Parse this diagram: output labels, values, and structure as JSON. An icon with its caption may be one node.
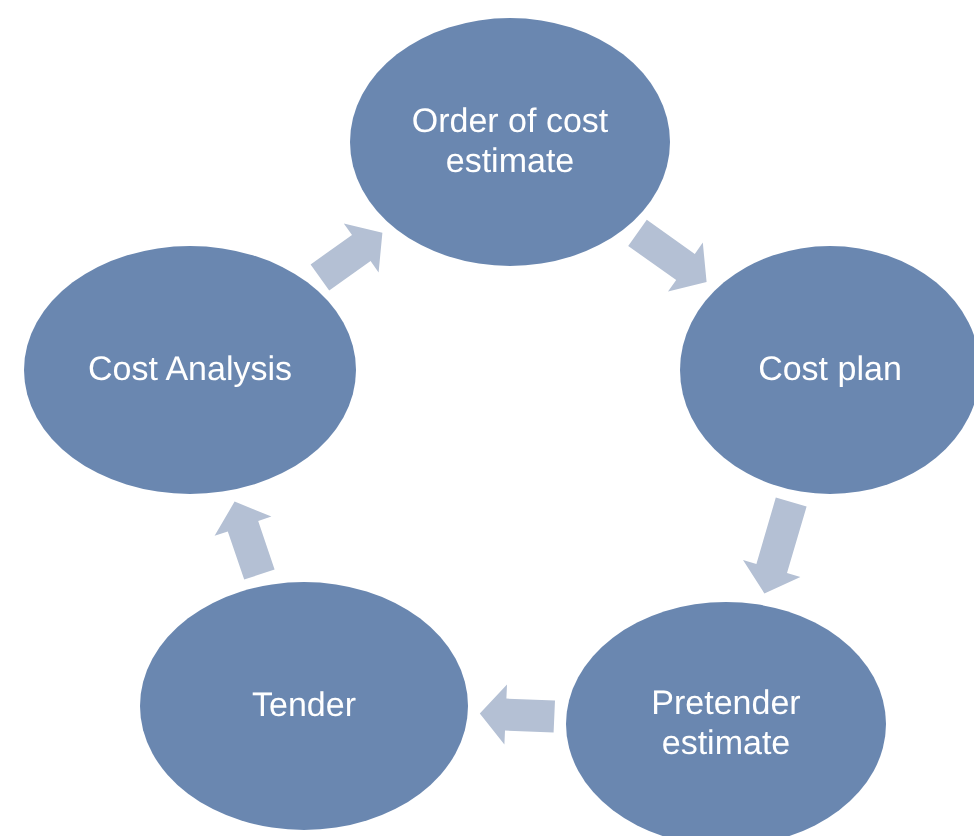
{
  "diagram": {
    "nodes": [
      {
        "text": [
          "Order of cost estimate"
        ]
      },
      {
        "text": [
          "Cost plan"
        ]
      },
      {
        "text": [
          "Pretender estimate"
        ]
      },
      {
        "text": [
          "Tender"
        ]
      },
      {
        "text": [
          "Cost Analysis"
        ]
      }
    ],
    "edges": [
      {
        "from": 0,
        "to": 1,
        "arrow": "to"
      },
      {
        "from": 1,
        "to": 2,
        "arrow": "to"
      },
      {
        "from": 2,
        "to": 3,
        "arrow": "to"
      },
      {
        "from": 3,
        "to": 4,
        "arrow": "to"
      },
      {
        "from": 4,
        "to": 0,
        "arrow": "to"
      }
    ]
  }
}
